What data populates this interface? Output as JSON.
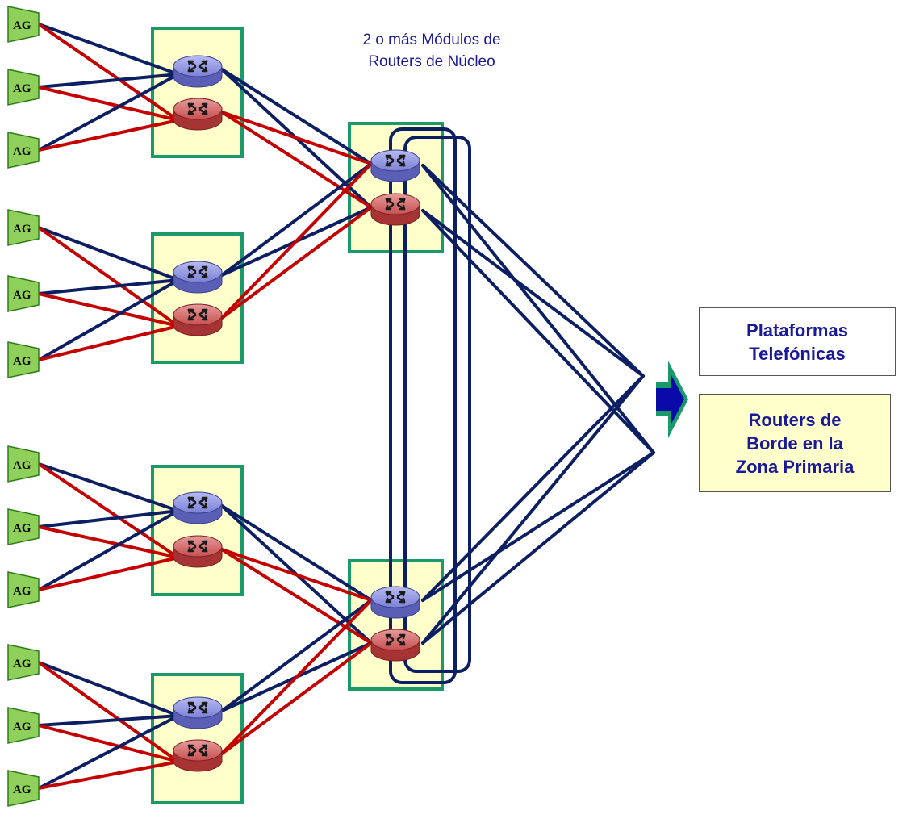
{
  "colors": {
    "blue_link": "#0d1f63",
    "red_link": "#c40000",
    "module_border": "#1a9a6a",
    "module_fill": "#ffffcc",
    "ag_fill": "#8fd05a",
    "router_blue": "#7b80d6",
    "router_red": "#c85050",
    "text_blue": "#1a1a99"
  },
  "ag_label": "AG",
  "core_modules_label": {
    "line1": "2 o más  Módulos de",
    "line2": "Routers de Núcleo"
  },
  "platforms_label": {
    "line1": "Plataformas",
    "line2": "Telefónicas"
  },
  "edge_routers_label": {
    "line1": "Routers de",
    "line2": "Borde en la",
    "line3": "Zona Primaria"
  },
  "icons": {
    "arrow": "right-arrow-icon",
    "router": "router-icon",
    "access_gateway": "ag-trapezoid-icon"
  }
}
